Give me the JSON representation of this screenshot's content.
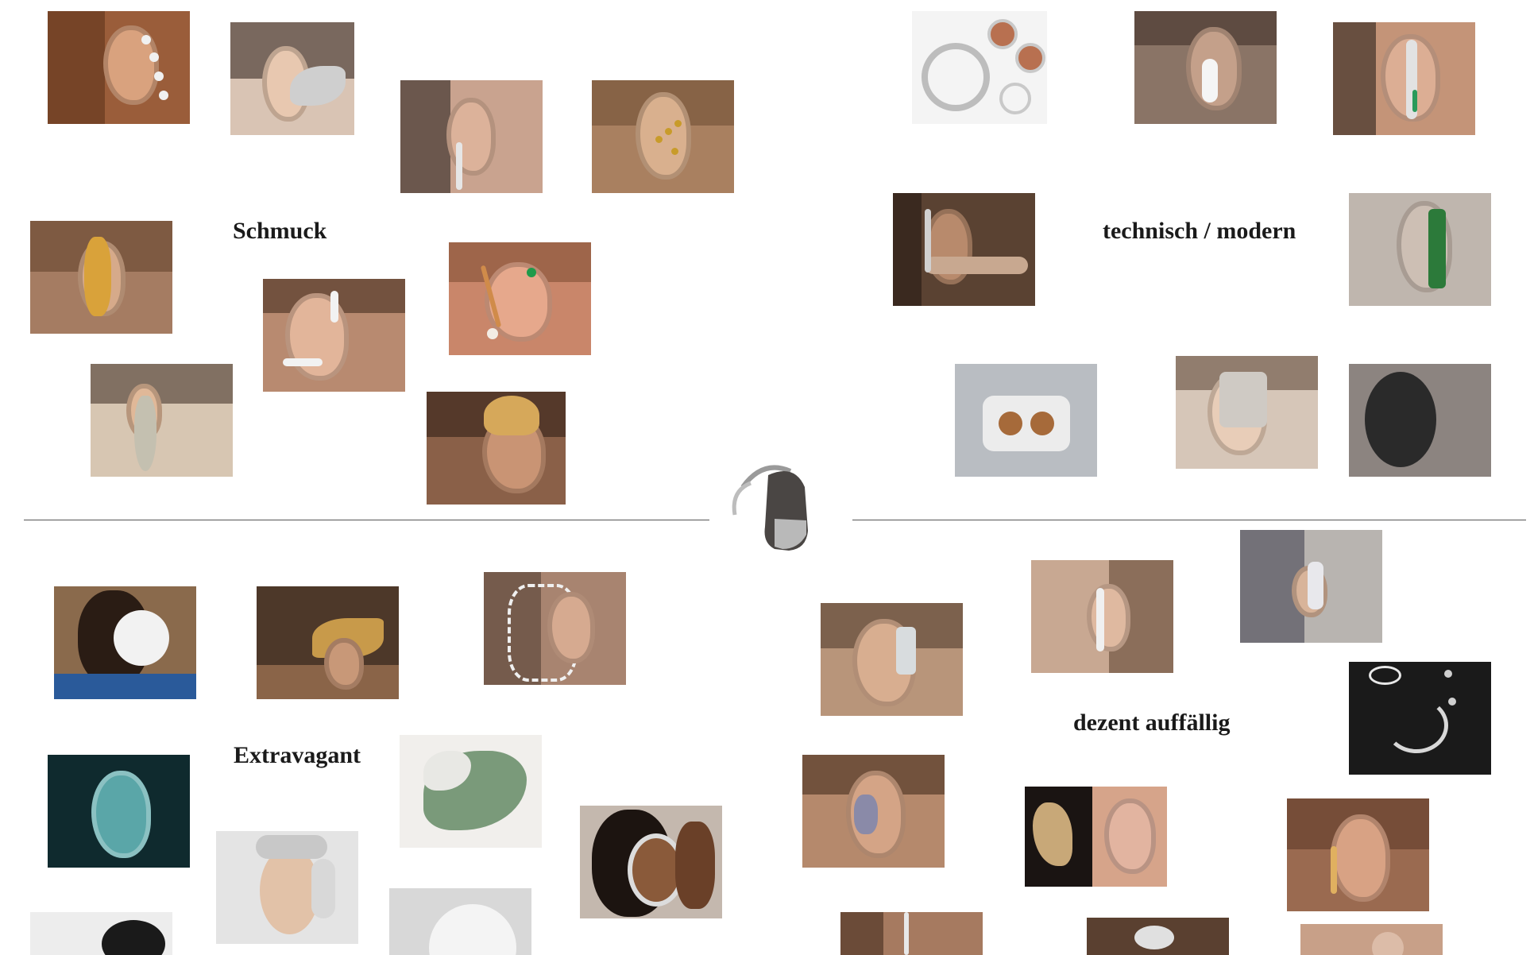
{
  "categories": {
    "jewelry": "Schmuck",
    "technical": "technisch / modern",
    "extravagant": "Extravagant",
    "subtle": "dezent auffällig"
  },
  "colors": {
    "background": "#ffffff",
    "divider": "#555555",
    "label": "#1a1a1a"
  },
  "center_icon": "hearing-aid-icon"
}
